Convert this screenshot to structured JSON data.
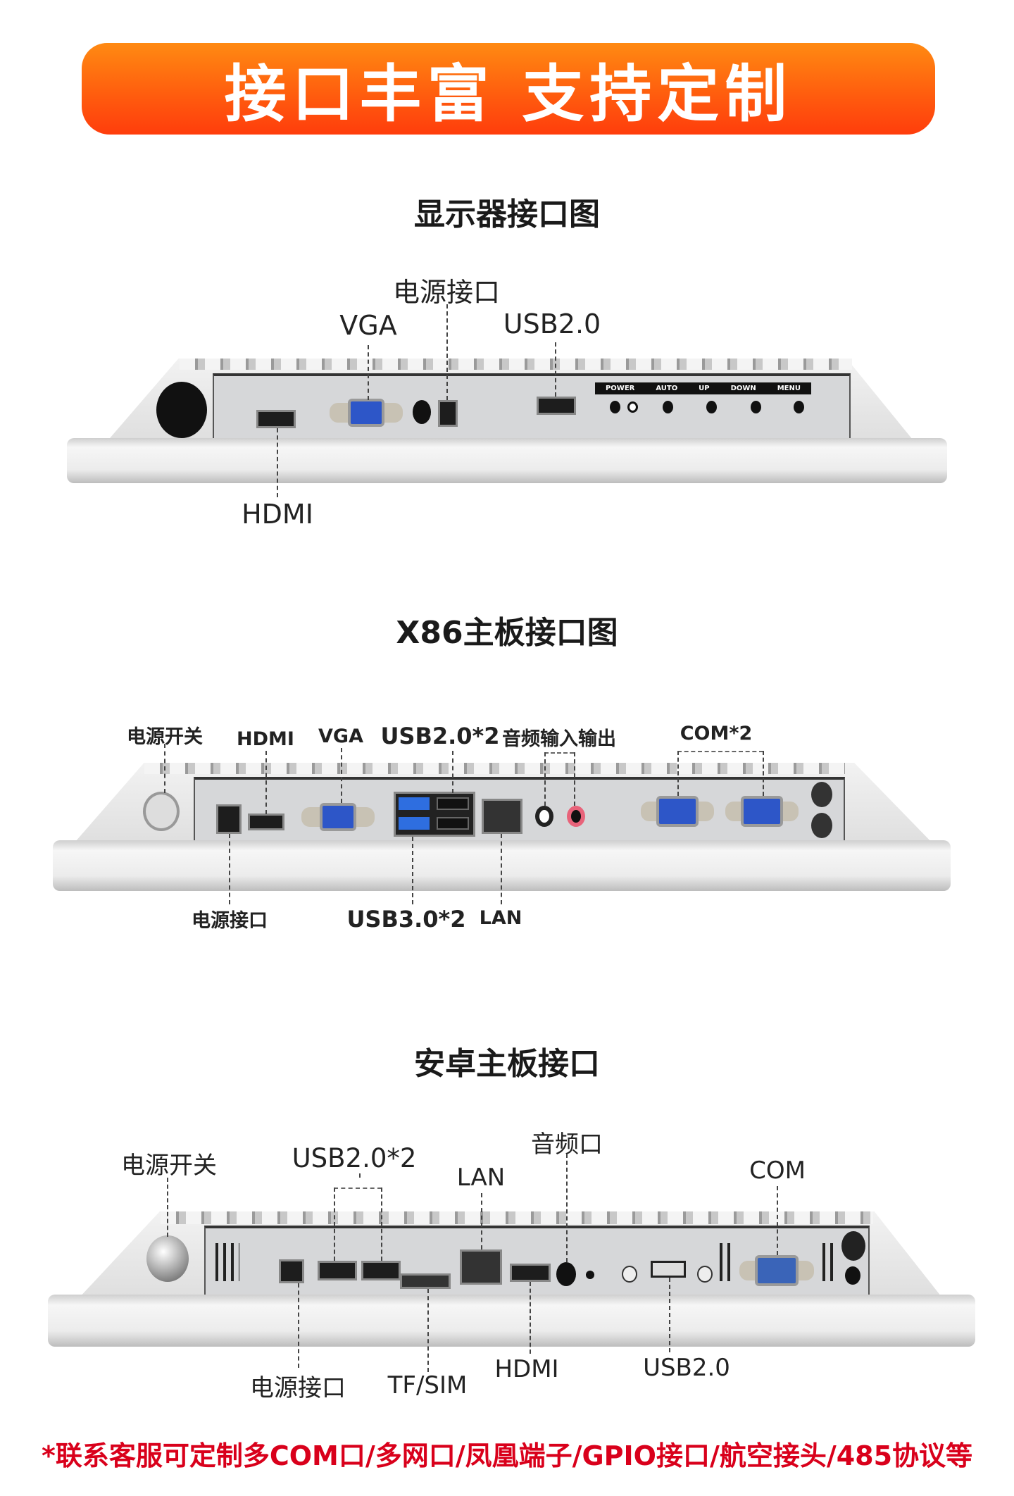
{
  "banner": {
    "title": "接口丰富 支持定制"
  },
  "display": {
    "title": "显示器接口图",
    "labels": {
      "power": "电源接口",
      "vga": "VGA",
      "usb": "USB2.0",
      "hdmi": "HDMI"
    },
    "buttons": [
      "POWER",
      "AUTO",
      "UP",
      "DOWN",
      "MENU"
    ]
  },
  "x86": {
    "title": "X86主板接口图",
    "labels": {
      "switch": "电源开关",
      "hdmi": "HDMI",
      "vga": "VGA",
      "usb2": "USB2.0*2",
      "audio": "音频输入输出",
      "com": "COM*2",
      "power": "电源接口",
      "usb3": "USB3.0*2",
      "lan": "LAN"
    }
  },
  "android": {
    "title": "安卓主板接口",
    "labels": {
      "switch": "电源开关",
      "usb2x2": "USB2.0*2",
      "lan": "LAN",
      "audio": "音频口",
      "com": "COM",
      "power": "电源接口",
      "tfsim": "TF/SIM",
      "hdmi": "HDMI",
      "usb": "USB2.0"
    }
  },
  "footer": {
    "note": "*联系客服可定制多COM口/多网口/凤凰端子/GPIO接口/航空接头/485协议等"
  },
  "colors": {
    "banner": "#ff5a0e",
    "note": "#d9001b",
    "vga": "#2d56c8"
  }
}
